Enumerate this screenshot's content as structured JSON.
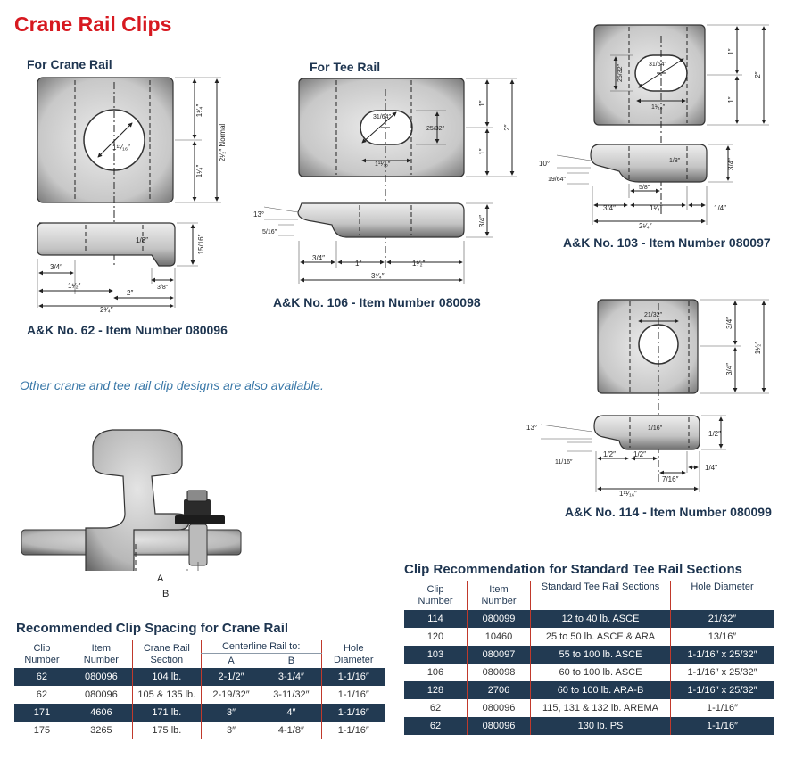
{
  "title": "Crane Rail Clips",
  "clip62": {
    "section_label": "For Crane Rail",
    "caption": "A&K No. 62 - Item Number 080096",
    "dims": {
      "top_half": "1¹⁄₄″",
      "bottom_half": "1¹⁄₄″",
      "total": "2¹⁄₂″ Normal",
      "hole": "1¹¹⁄₁₆″",
      "thick": "15/16″",
      "lip": "1/8″",
      "d_left": "3/4″",
      "d_1a": "1¹⁄₂″",
      "d_2": "2″",
      "d_38": "3/8″",
      "d_total": "2³⁄₄″"
    }
  },
  "clip106": {
    "section_label": "For Tee Rail",
    "caption": "A&K No. 106 - Item Number 080098",
    "dims": {
      "slot": "31/64″",
      "slot_h": "25/32″",
      "slot_w": "1¹¹⁄₁₆″",
      "h1": "1″",
      "h2": "1″",
      "htot": "2″",
      "angle": "13°",
      "tip": "5/16″",
      "thick": "3/4″",
      "d1": "3/4″",
      "d2": "1″",
      "d3": "1¹⁄₂″",
      "dtot": "3¹⁄₄″"
    }
  },
  "clip103": {
    "caption": "A&K No. 103 - Item Number 080097",
    "dims": {
      "slot": "31/64″",
      "slot_h": "25/32″",
      "slot_w": "1¹⁄₁₆″",
      "h1": "1″",
      "h2": "1″",
      "htot": "2″",
      "angle": "10°",
      "tip": "19/64″",
      "lip": "1/8″",
      "thick": "3/4″",
      "d58": "5/8″",
      "d1": "3/4″",
      "d2": "1¹⁄₄″",
      "d3": "1/4″",
      "dtot": "2¹⁄₄″"
    }
  },
  "clip114": {
    "caption": "A&K No. 114 - Item Number 080099",
    "dims": {
      "hole": "21/32″",
      "h1": "3/4″",
      "h2": "3/4″",
      "htot": "1¹⁄₂″",
      "angle": "13°",
      "lip": "1/16″",
      "thick": "1/2″",
      "tip": "11/16″",
      "d1": "1/2″",
      "d2": "1/2″",
      "d3": "1/4″",
      "d4": "7/16″",
      "dtot": "1¹¹⁄₁₆″"
    }
  },
  "note": "Other crane and tee rail clip designs are also available.",
  "rail_labels": {
    "a": "A",
    "b": "B"
  },
  "spacing_table": {
    "title": "Recommended Clip Spacing for Crane Rail",
    "headers": {
      "clip": "Clip",
      "clip2": "Number",
      "item": "Item",
      "item2": "Number",
      "section": "Crane Rail",
      "section2": "Section",
      "centerline": "Centerline Rail to:",
      "a": "A",
      "b": "B",
      "hole": "Hole",
      "hole2": "Diameter"
    },
    "rows": [
      {
        "clip": "62",
        "item": "080096",
        "section": "104 lb.",
        "a": "2-1/2″",
        "b": "3-1/4″",
        "hole": "1-1/16″"
      },
      {
        "clip": "62",
        "item": "080096",
        "section": "105 & 135 lb.",
        "a": "2-19/32″",
        "b": "3-11/32″",
        "hole": "1-1/16″"
      },
      {
        "clip": "171",
        "item": "4606",
        "section": "171 lb.",
        "a": "3″",
        "b": "4″",
        "hole": "1-1/16″"
      },
      {
        "clip": "175",
        "item": "3265",
        "section": "175 lb.",
        "a": "3″",
        "b": "4-1/8″",
        "hole": "1-1/16″"
      }
    ]
  },
  "rec_table": {
    "title": "Clip Recommendation for Standard Tee Rail Sections",
    "headers": {
      "clip": "Clip",
      "clip2": "Number",
      "item": "Item",
      "item2": "Number",
      "section": "Standard Tee Rail Sections",
      "hole": "Hole Diameter"
    },
    "rows": [
      {
        "clip": "114",
        "item": "080099",
        "section": "12 to 40 lb. ASCE",
        "hole": "21/32″"
      },
      {
        "clip": "120",
        "item": "10460",
        "section": "25 to 50 lb. ASCE & ARA",
        "hole": "13/16″"
      },
      {
        "clip": "103",
        "item": "080097",
        "section": "55 to 100 lb. ASCE",
        "hole": "1-1/16″ x 25/32″"
      },
      {
        "clip": "106",
        "item": "080098",
        "section": "60 to 100 lb. ASCE",
        "hole": "1-1/16″ x 25/32″"
      },
      {
        "clip": "128",
        "item": "2706",
        "section": "60 to 100 lb. ARA-B",
        "hole": "1-1/16″ x 25/32″"
      },
      {
        "clip": "62",
        "item": "080096",
        "section": "115, 131 & 132 lb. AREMA",
        "hole": "1-1/16″"
      },
      {
        "clip": "62",
        "item": "080096",
        "section": "130 lb. PS",
        "hole": "1-1/16″"
      }
    ]
  }
}
